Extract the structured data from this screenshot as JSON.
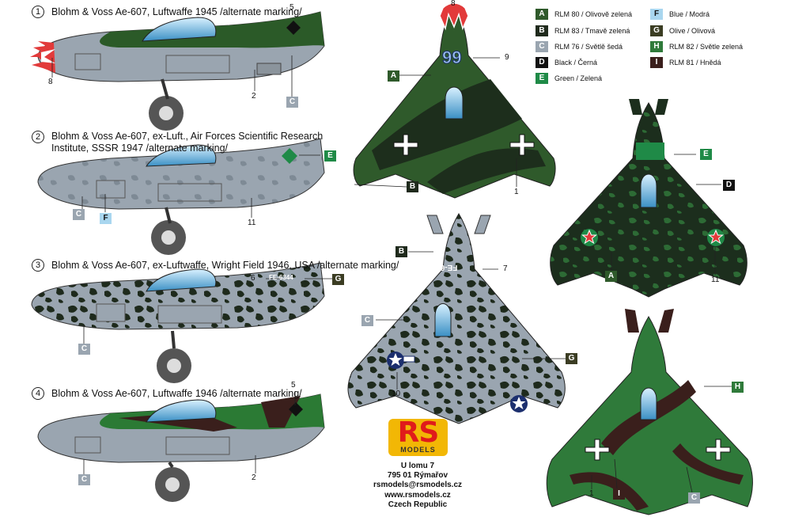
{
  "profiles": [
    {
      "number": "1",
      "title": "Blohm & Voss Ae-607, Luftwaffe 1945 /alternate marking/"
    },
    {
      "number": "2",
      "title": "Blohm & Voss Ae-607, ex-Luft., Air Forces Scientific Research Institute, SSSR 1947 /alternate marking/"
    },
    {
      "number": "3",
      "title": "Blohm & Voss Ae-607, ex-Luftwaffe, Wright Field 1946, USA /alternate marking/"
    },
    {
      "number": "4",
      "title": "Blohm & Voss Ae-607, Luftwaffe 1946 /alternate marking/"
    }
  ],
  "legend": [
    {
      "code": "A",
      "label": "RLM 80 / Olivově zelená",
      "color": "#2f5a2b"
    },
    {
      "code": "B",
      "label": "RLM 83 / Tmavě zelená",
      "color": "#1f2a1c"
    },
    {
      "code": "C",
      "label": "RLM 76 / Světlě šedá",
      "color": "#9aa5b0"
    },
    {
      "code": "D",
      "label": "Black / Černá",
      "color": "#111111"
    },
    {
      "code": "E",
      "label": "Green / Zelená",
      "color": "#1f8a47"
    },
    {
      "code": "F",
      "label": "Blue / Modrá",
      "color": "#a9d6ef"
    },
    {
      "code": "G",
      "label": "Olive / Olivová",
      "color": "#3b3d23"
    },
    {
      "code": "H",
      "label": "RLM 82 / Světle zelená",
      "color": "#2f7a3a"
    },
    {
      "code": "I",
      "label": "RLM 81 / Hnědá",
      "color": "#3a1f1c"
    }
  ],
  "callouts": {
    "n8": "8",
    "n5": "5",
    "n2": "2",
    "n11": "11",
    "n6": "6",
    "n9": "9",
    "n1": "1",
    "n7": "7",
    "n10": "10",
    "tail_code_99": "99",
    "serial": "FE-6344"
  },
  "company": {
    "logo_main": "RS",
    "logo_sub": "MODELS",
    "address": [
      "U lomu 7",
      "795 01 Rýmařov",
      "rsmodels@rsmodels.cz",
      "www.rsmodels.cz",
      "Czech Republic"
    ]
  }
}
